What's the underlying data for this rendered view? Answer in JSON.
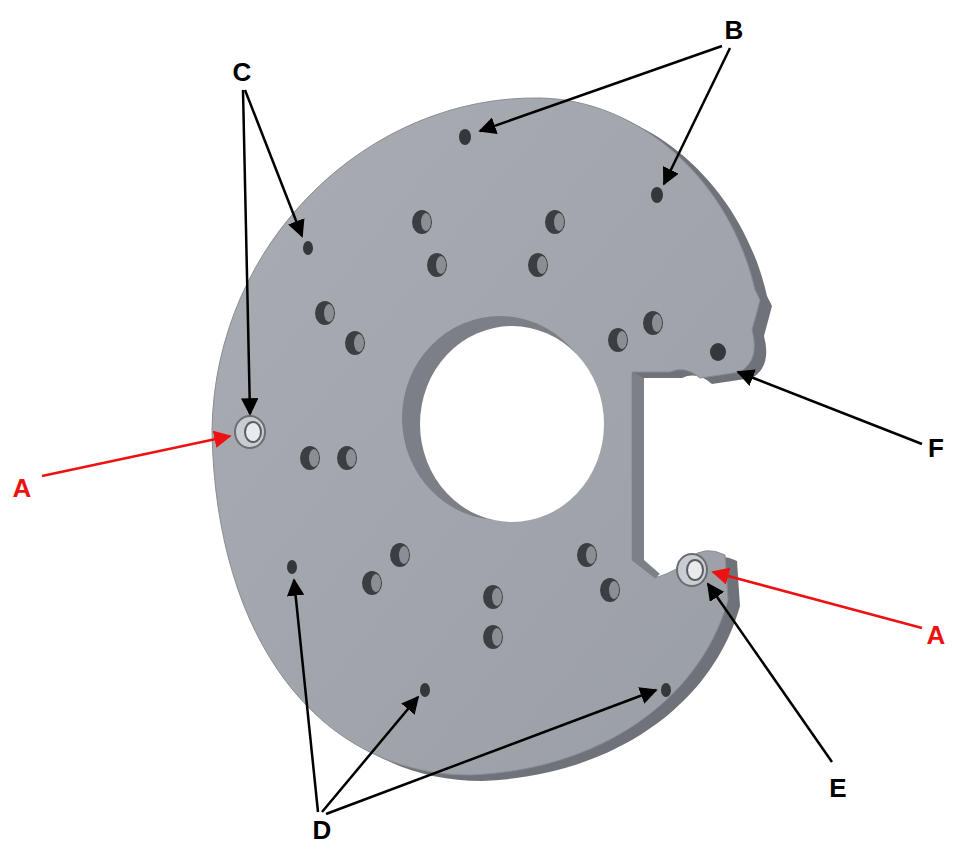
{
  "diagram": {
    "labels": [
      "B",
      "C",
      "F",
      "A",
      "A",
      "E",
      "D"
    ]
  }
}
